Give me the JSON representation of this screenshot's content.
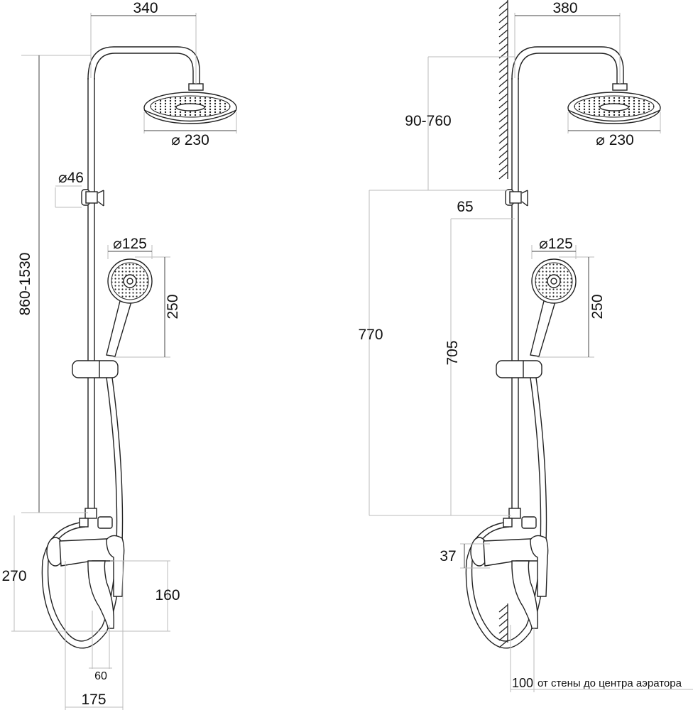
{
  "left": {
    "arm_reach": "340",
    "head_diameter": "⌀ 230",
    "bracket_diameter": "⌀46",
    "height_range": "860-1530",
    "hand_shower_diameter": "⌀125",
    "hand_shower_length": "250",
    "mixer_height": "270",
    "spout_height": "160",
    "spout_offset": "60",
    "mixer_depth": "175"
  },
  "right": {
    "arm_reach": "380",
    "head_diameter": "⌀ 230",
    "bracket_range": "90-760",
    "bracket_offset": "65",
    "hand_shower_diameter": "⌀125",
    "hand_shower_length": "250",
    "rod_height": "770",
    "slider_height": "705",
    "mixer_offset": "37",
    "wall_distance": "100",
    "wall_distance_note": "от стены до центра аэратора"
  }
}
